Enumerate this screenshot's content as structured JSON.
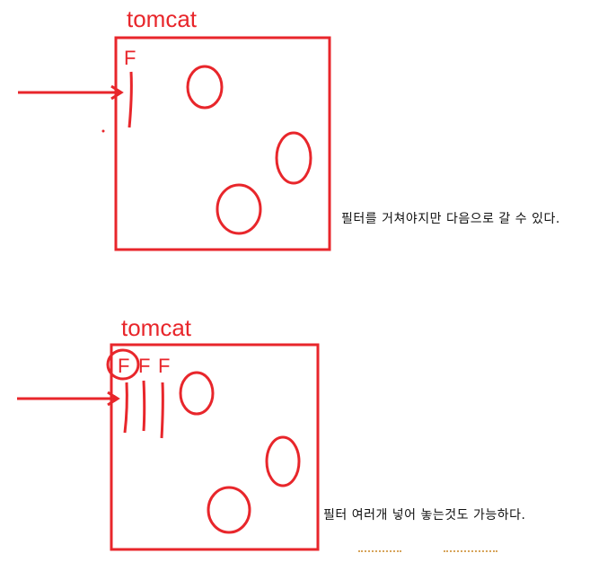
{
  "diagram_1": {
    "title": "tomcat",
    "filter_labels": [
      "F"
    ],
    "caption": "필터를 거쳐야지만 다음으로 갈 수 있다."
  },
  "diagram_2": {
    "title": "tomcat",
    "filter_labels": [
      "F",
      "F",
      "F"
    ],
    "caption": "필터 여러개 넣어 놓는것도 가능하다."
  },
  "colors": {
    "stroke": "#e8262b",
    "text": "#111111"
  }
}
